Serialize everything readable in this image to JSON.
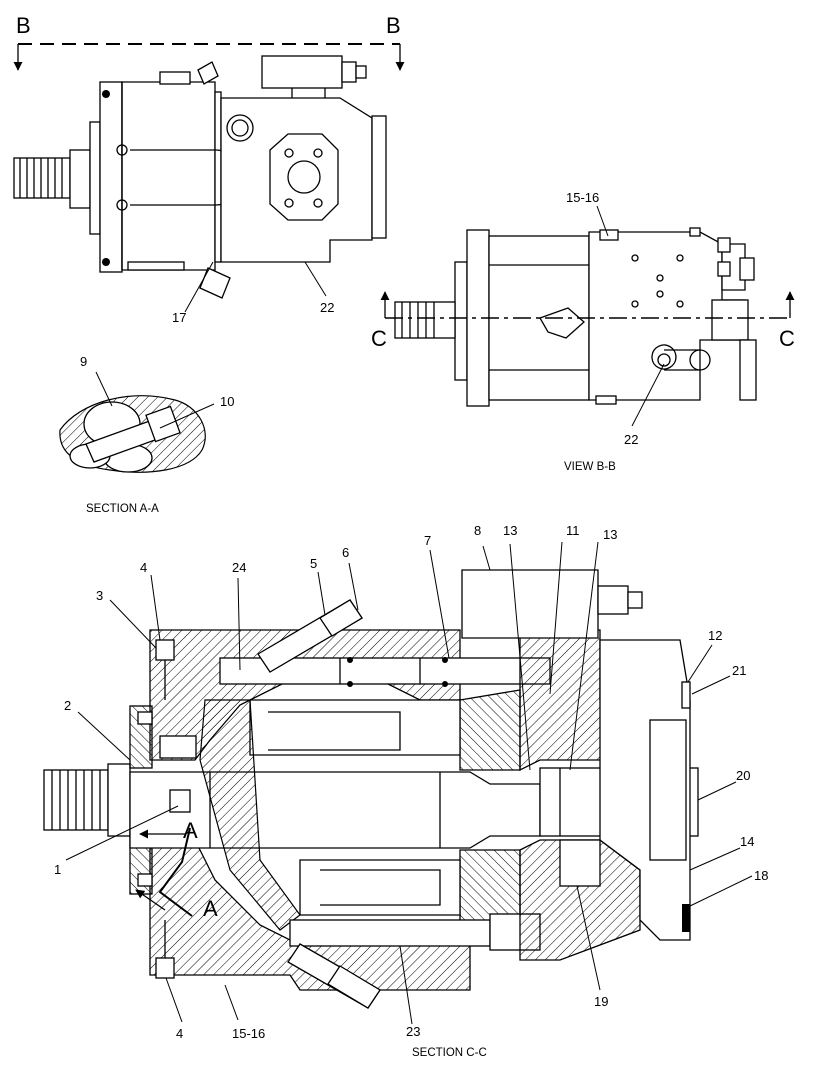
{
  "section_markers": {
    "b_left": "B",
    "b_right": "B",
    "c_left": "C",
    "c_right": "C",
    "a_upper": "A",
    "a_lower": "A"
  },
  "captions": {
    "section_a": "SECTION A-A",
    "view_b": "VIEW B-B",
    "section_c": "SECTION C-C"
  },
  "callouts": {
    "top_view": [
      "17",
      "22"
    ],
    "view_b": [
      "15-16",
      "22"
    ],
    "section_a": [
      "9",
      "10"
    ],
    "section_c": [
      "1",
      "2",
      "3",
      "4",
      "4",
      "5",
      "6",
      "7",
      "8",
      "11",
      "12",
      "13",
      "13",
      "14",
      "15-16",
      "18",
      "19",
      "20",
      "21",
      "23",
      "24"
    ]
  }
}
